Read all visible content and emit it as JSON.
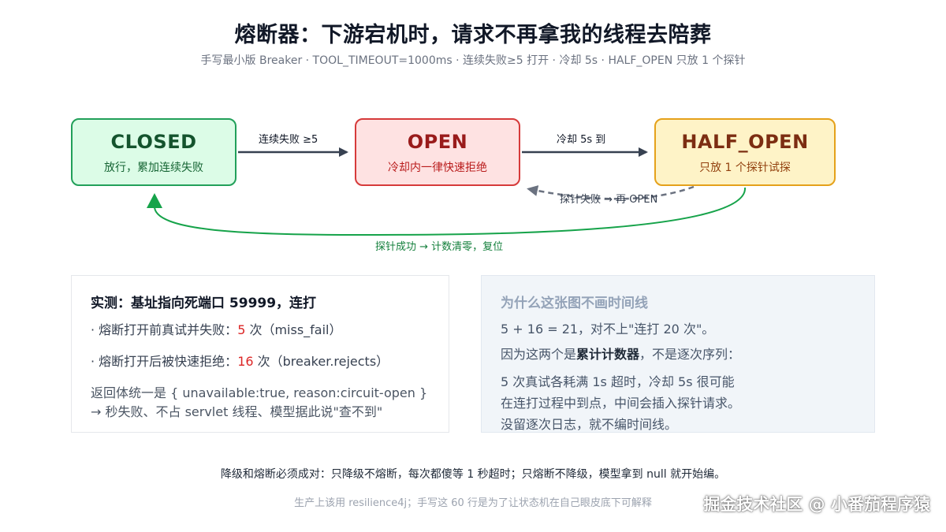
{
  "title": "熔断器：下游宕机时，请求不再拿我的线程去陪葬",
  "subtitle": "手写最小版 Breaker · TOOL_TIMEOUT=1000ms · 连续失败≥5 打开 · 冷却 5s · HALF_OPEN 只放 1 个探针",
  "states": {
    "closed": {
      "name": "CLOSED",
      "desc": "放行，累加连续失败"
    },
    "open": {
      "name": "OPEN",
      "desc": "冷却内一律快速拒绝"
    },
    "half_open": {
      "name": "HALF_OPEN",
      "desc": "只放 1 个探针试探"
    }
  },
  "transitions": {
    "closed_to_open": "连续失败 ≥5",
    "open_to_half": "冷却 5s 到",
    "half_to_open": "探针失败 → 再 OPEN",
    "half_to_closed": "探针成功 → 计数清零，复位"
  },
  "measure": {
    "title": "实测：基址指向死端口 59999，连打",
    "line1_prefix": "· 熔断打开前真试并失败：",
    "line1_num": "5",
    "line1_suffix": " 次（miss_fail）",
    "line2_prefix": "· 熔断打开后被快速拒绝：",
    "line2_num": "16",
    "line2_suffix": " 次（breaker.rejects）",
    "note1": "返回体统一是 { unavailable:true, reason:circuit-open }",
    "note2": "→ 秒失败、不占 servlet 线程、模型据此说\"查不到\""
  },
  "why": {
    "title": "为什么这张图不画时间线",
    "line1": "5 + 16 = 21，对不上\"连打 20 次\"。",
    "line2_prefix": "因为这两个是",
    "line2_strong": "累计计数器",
    "line2_suffix": "，不是逐次序列：",
    "line3": "5 次真试各耗满 1s 超时，冷却 5s 很可能",
    "line4": "在连打过程中到点，中间会插入探针请求。",
    "line5": "没留逐次日志，就不编时间线。"
  },
  "footer": {
    "line1": "降级和熔断必须成对：只降级不熔断，每次都傻等 1 秒超时；只熔断不降级，模型拿到 null 就开始编。",
    "line2": "生产上该用 resilience4j；手写这 60 行是为了让状态机在自己眼皮底下可解释",
    "watermark": "掘金技术社区 @ 小番茄程序猿"
  },
  "colors": {
    "closed": "#22a05a",
    "open": "#d63a3a",
    "half_open": "#e5a11a",
    "arrow": "#374151",
    "success": "#16a34a",
    "highlight": "#dc2626"
  }
}
